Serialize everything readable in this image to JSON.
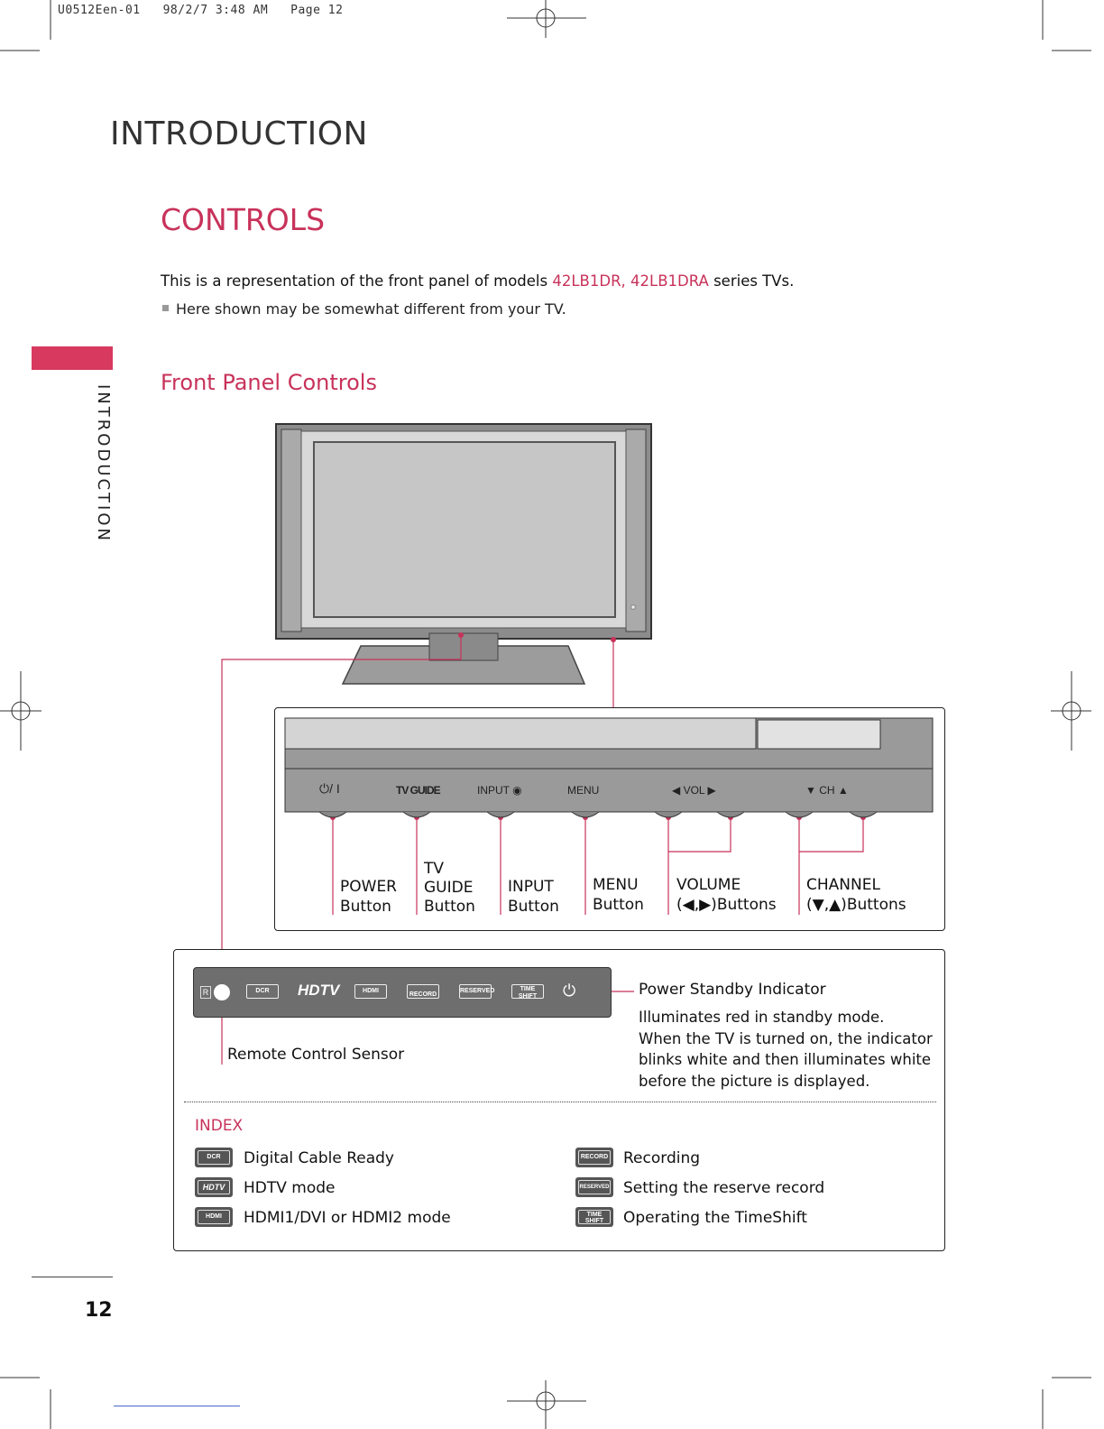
{
  "header": {
    "print_info": "U0512Een-01   98/2/7 3:48 AM   Page 12"
  },
  "page": {
    "title": "INTRODUCTION",
    "side_tab": "INTRODUCTION",
    "page_number": "12"
  },
  "section": {
    "title": "CONTROLS",
    "intro_prefix": "This is a representation of the front panel of models ",
    "intro_models": "42LB1DR, 42LB1DRA",
    "intro_suffix": " series TVs.",
    "note": "Here shown may be somewhat different from your TV."
  },
  "front_panel": {
    "title": "Front Panel Controls",
    "button_strip": {
      "power": "⏻/ I",
      "tvguide": "TV GUIDE",
      "input": "INPUT ◉",
      "menu": "MENU",
      "vol": "◀  VOL  ▶",
      "ch": "▼  CH  ▲"
    },
    "callouts": {
      "power": [
        "POWER",
        "Button"
      ],
      "tvguide": [
        "TV",
        "GUIDE",
        "Button"
      ],
      "input": [
        "INPUT",
        "Button"
      ],
      "menu": [
        "MENU",
        "Button"
      ],
      "volume": [
        "VOLUME",
        "(◀,▶)Buttons"
      ],
      "channel": [
        "CHANNEL",
        "(▼,▲)Buttons"
      ]
    }
  },
  "indicator_panel": {
    "strip_icons": {
      "r_mark": "R",
      "dcr": "DCR",
      "hdtv": "HDTV",
      "hdmi": "HDMI",
      "record": "RECORD",
      "reserved": "RESERVED",
      "timeshift": "TIME SHIFT"
    },
    "remote_sensor_label": "Remote Control Sensor",
    "power_indicator_title": "Power Standby Indicator",
    "power_indicator_desc": [
      "Illuminates red in standby mode.",
      "When the TV is turned on, the indicator",
      "blinks white and then illuminates white",
      "before the picture is displayed."
    ]
  },
  "index": {
    "heading": "INDEX",
    "items_left": [
      {
        "icon": "DCR",
        "label": "Digital Cable Ready"
      },
      {
        "icon": "HDTV",
        "label": "HDTV mode"
      },
      {
        "icon": "HDMI",
        "label": "HDMI1/DVI or HDMI2 mode"
      }
    ],
    "items_right": [
      {
        "icon": "RECORD",
        "label": "Recording"
      },
      {
        "icon": "RESERVED",
        "label": "Setting the reserve record"
      },
      {
        "icon": "TIME SHIFT",
        "label": "Operating the TimeShift"
      }
    ]
  },
  "colors": {
    "accent": "#c8325a",
    "panel_gray": "#a0a0a0",
    "bezel_gray": "#7a7a7a"
  }
}
